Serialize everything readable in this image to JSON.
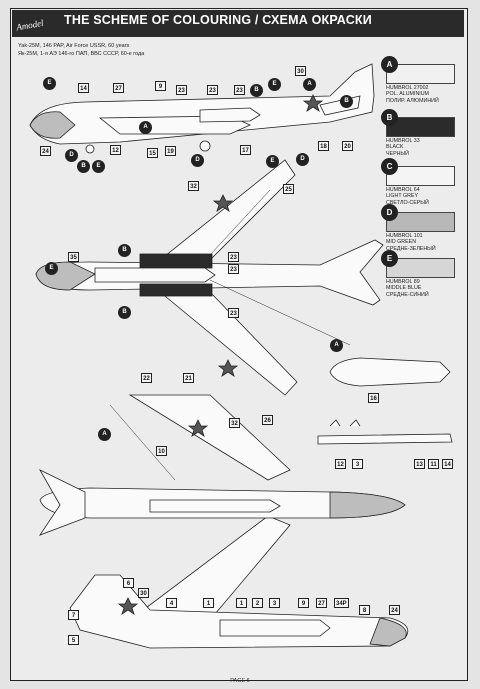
{
  "header": {
    "logo": "Amodel",
    "title": "THE SCHEME OF COLOURING / СХЕМА ОКРАСКИ"
  },
  "subtitle": {
    "line1": "Yak-25M, 146 PAP, Air Force USSR, 60 years",
    "line2": "Як-25М, 1-я АЭ 146-го ПАП, ВВС СССР, 60-е года"
  },
  "legend": [
    {
      "code": "A",
      "color": "#f1f1f1",
      "text": [
        "HUMBROL 27002",
        "POL. ALUMINIUM",
        "ПОЛИР. АЛЮМИНИЙ"
      ]
    },
    {
      "code": "B",
      "color": "#2b2b2b",
      "text": [
        "HUMBROL 33",
        "BLACK",
        "ЧЕРНЫЙ"
      ]
    },
    {
      "code": "C",
      "color": "#f4f4f4",
      "text": [
        "HUMBROL 64",
        "LIGHT GREY",
        "СВЕТЛО-СЕРЫЙ"
      ]
    },
    {
      "code": "D",
      "color": "#b8b8b8",
      "text": [
        "HUMBROL 101",
        "MID GREEN",
        "СРЕДНЕ-ЗЕЛЕНЫЙ"
      ]
    },
    {
      "code": "E",
      "color": "#d6d6d6",
      "text": [
        "HUMBROL 89",
        "MIDDLE BLUE",
        "СРЕДНЕ-СИНИЙ"
      ]
    }
  ],
  "tags": {
    "t1": "14",
    "t2": "27",
    "t3": "9",
    "t4": "23",
    "t5": "23",
    "t6": "23",
    "t7": "30",
    "t8": "24",
    "t9": "12",
    "t10": "15",
    "t11": "19",
    "t12": "17",
    "t13": "18",
    "t14": "20",
    "t15": "32",
    "t16": "25",
    "t17": "35",
    "t18": "23",
    "t19": "23",
    "t20": "23",
    "t21": "16",
    "t22": "22",
    "t23": "21",
    "t24": "32",
    "t25": "10",
    "t26": "26",
    "t27": "12",
    "t28": "3",
    "t29": "13",
    "t30": "11",
    "t31": "14",
    "t32": "6",
    "t33": "30",
    "t34": "4",
    "t35": "1",
    "t36": "1",
    "t37": "2",
    "t38": "3",
    "t39": "9",
    "t40": "27",
    "t41": "34P",
    "t42": "8",
    "t43": "24",
    "t44": "7",
    "t45": "5"
  },
  "circles": {
    "c1": "E",
    "c2": "A",
    "c3": "D",
    "c4": "B",
    "c5": "E",
    "c6": "D",
    "c7": "E",
    "c8": "B",
    "c9": "E",
    "c10": "D",
    "c11": "A",
    "c12": "B",
    "c13": "E",
    "c14": "B",
    "c15": "A",
    "c16": "A",
    "c17": "B"
  },
  "footer": "PAGE 6"
}
